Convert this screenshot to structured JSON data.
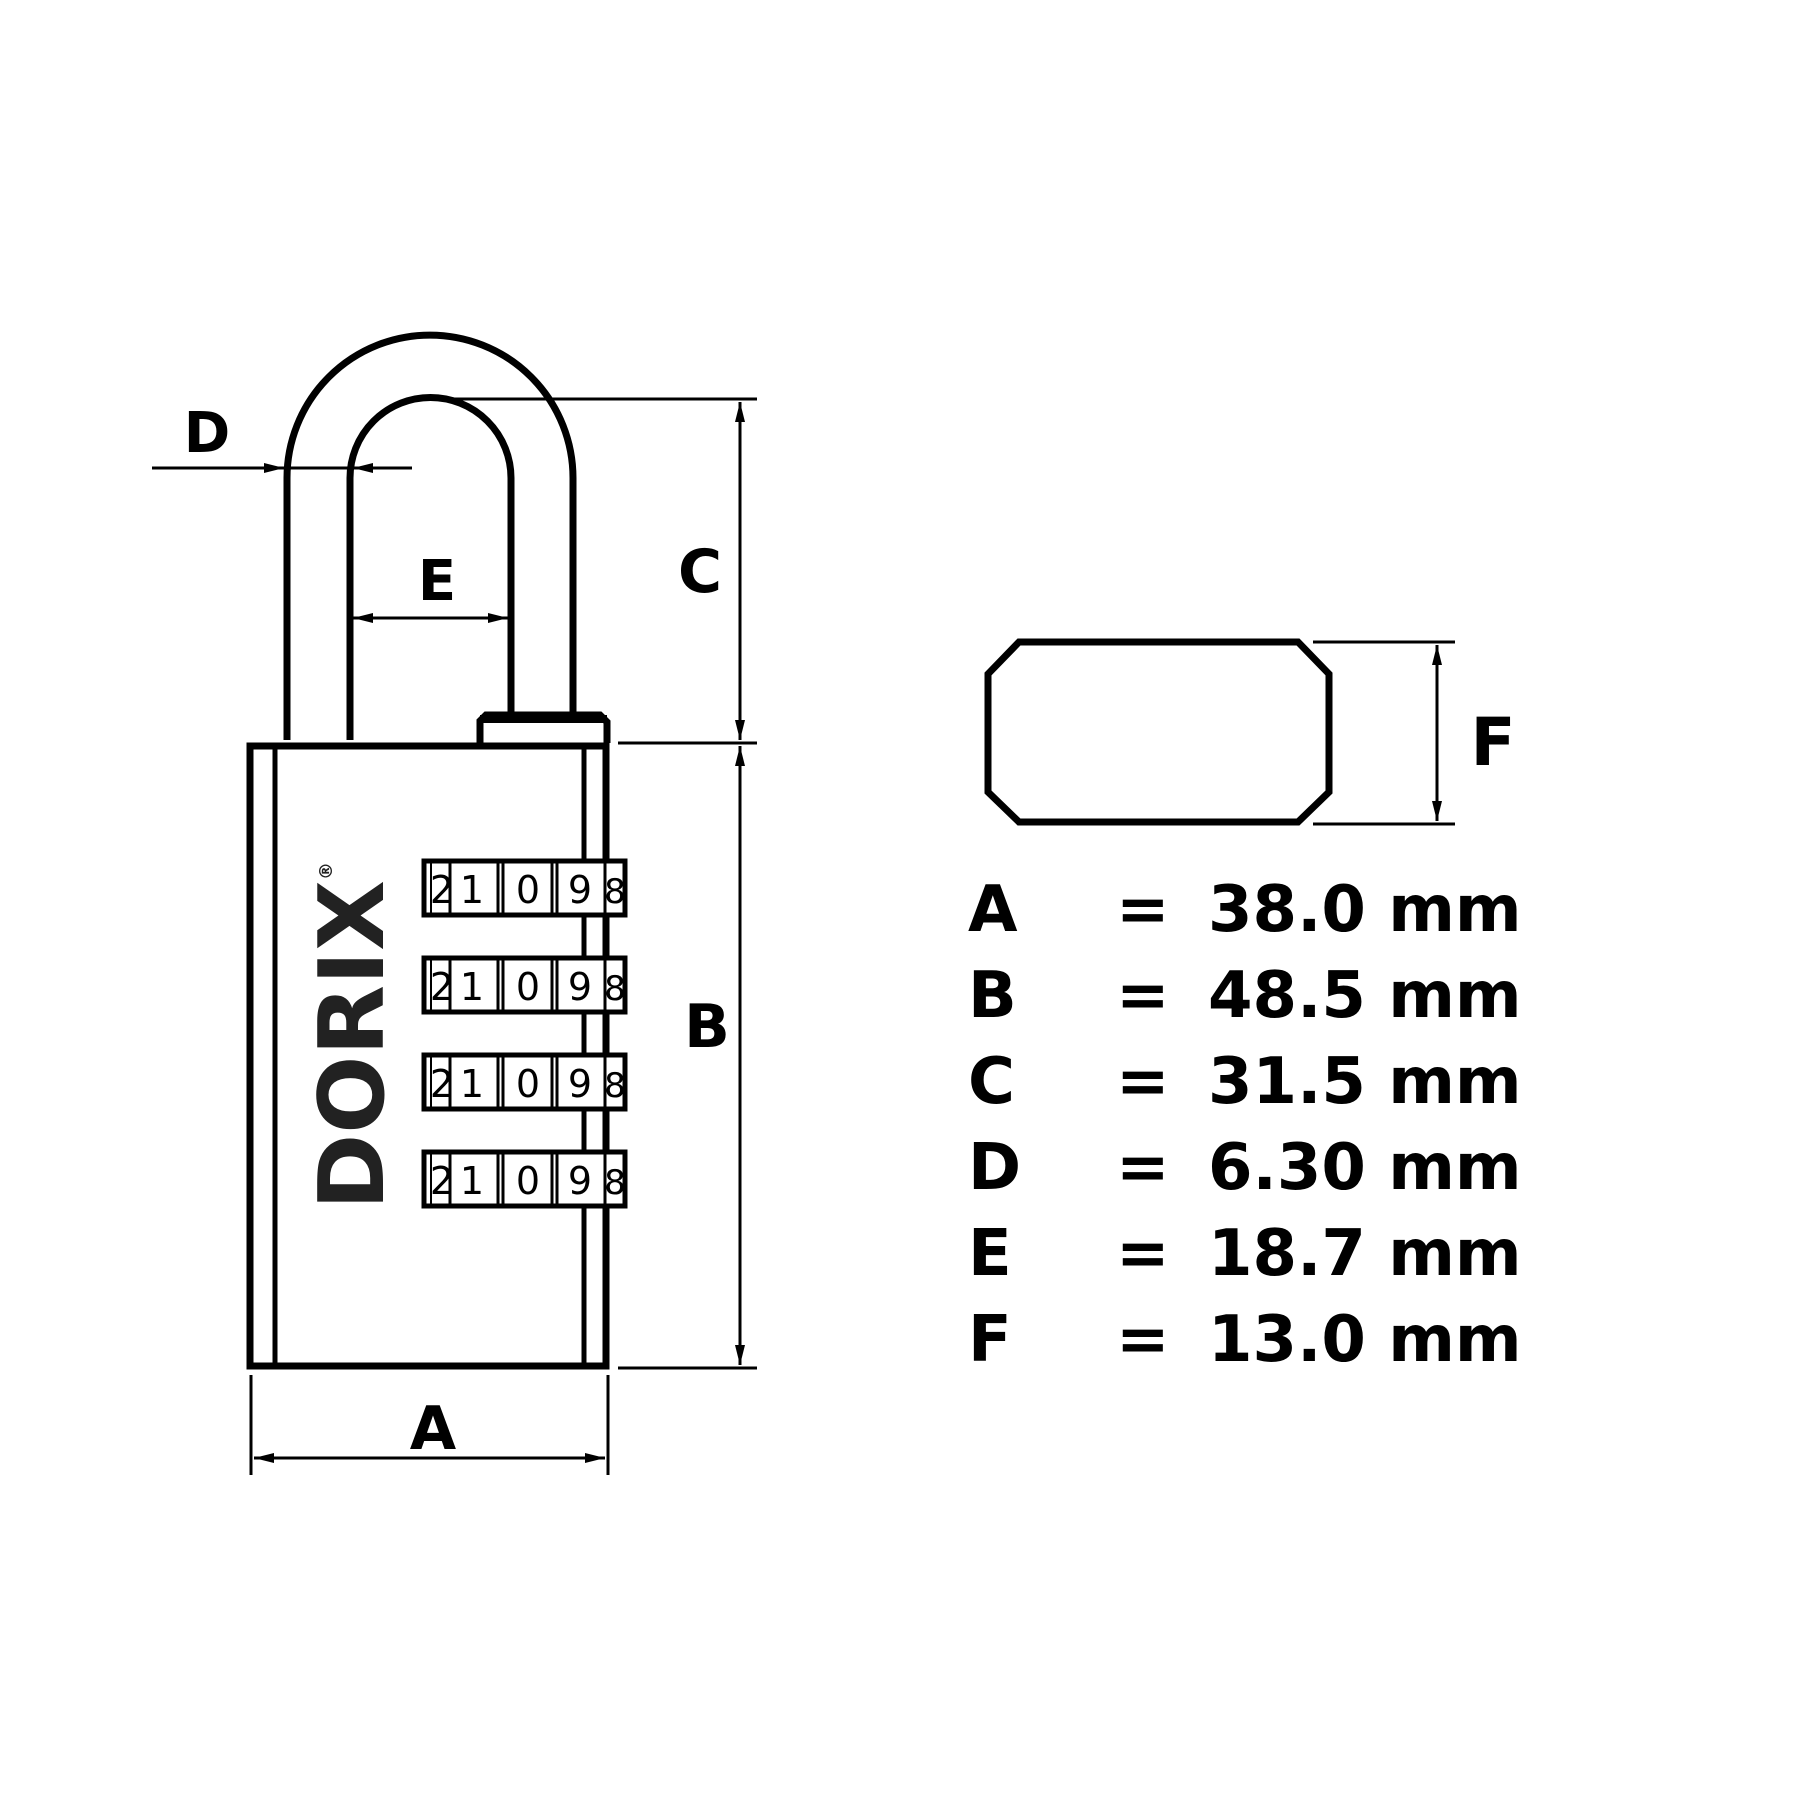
{
  "drawing": {
    "brand": "DORIX",
    "brand_mark": "®",
    "dial_digits": [
      "2",
      "1",
      "0",
      "9",
      "8"
    ],
    "dial_rows": 4,
    "dimension_labels": {
      "A": "A",
      "B": "B",
      "C": "C",
      "D": "D",
      "E": "E",
      "F": "F"
    },
    "line_color": "#000000",
    "brand_color": "#222222"
  },
  "legend": {
    "rows": [
      {
        "key": "A",
        "eq": "=",
        "value": "38.0 mm"
      },
      {
        "key": "B",
        "eq": "=",
        "value": "48.5 mm"
      },
      {
        "key": "C",
        "eq": "=",
        "value": "31.5 mm"
      },
      {
        "key": "D",
        "eq": "=",
        "value": "6.30 mm"
      },
      {
        "key": "E",
        "eq": "=",
        "value": "18.7 mm"
      },
      {
        "key": "F",
        "eq": "=",
        "value": "13.0 mm"
      }
    ]
  }
}
